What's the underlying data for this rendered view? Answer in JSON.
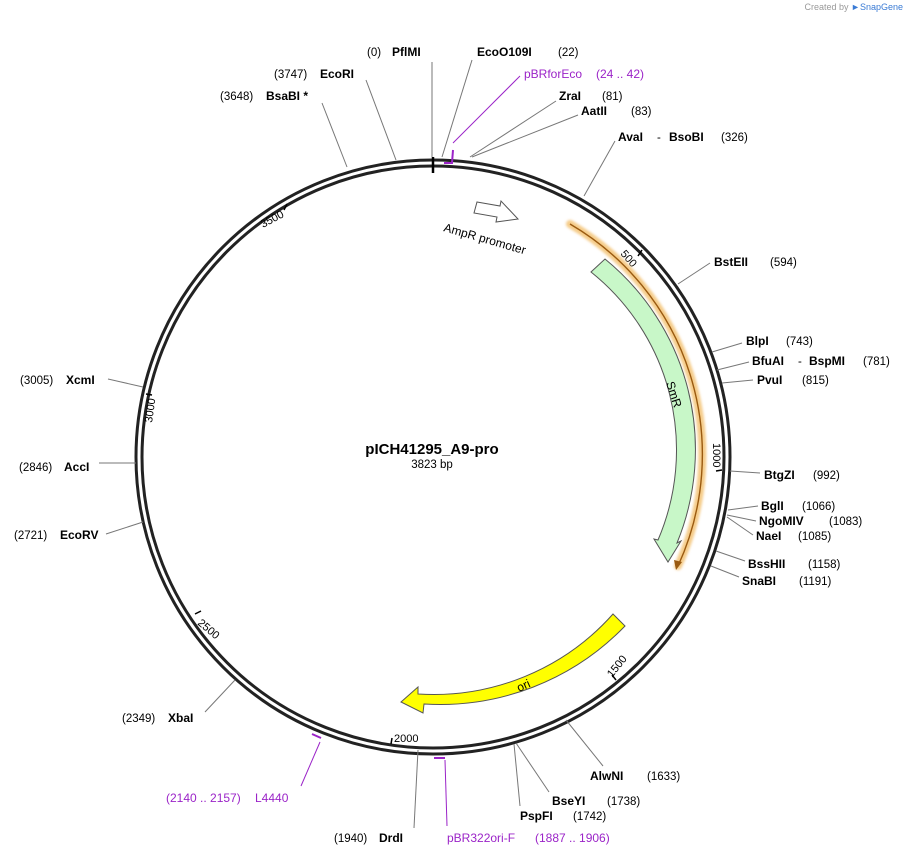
{
  "credit": {
    "prefix": "Created by",
    "brand": "SnapGene"
  },
  "plasmid": {
    "name": "pICH41295_A9-pro",
    "size_label": "3823 bp",
    "length": 3823
  },
  "colors": {
    "primer": "#9b24c8",
    "smr": "#c8f7c8",
    "ori": "#ffff00",
    "orf": "#e5a04a"
  },
  "ticks": [
    {
      "pos": 500,
      "label": "500"
    },
    {
      "pos": 1000,
      "label": "1000"
    },
    {
      "pos": 1500,
      "label": "1500"
    },
    {
      "pos": 2000,
      "label": "2000"
    },
    {
      "pos": 2500,
      "label": "2500"
    },
    {
      "pos": 3000,
      "label": "3000"
    },
    {
      "pos": 3500,
      "label": "3500"
    }
  ],
  "features": [
    {
      "id": "ampr-promoter",
      "label": "AmpR promoter",
      "start": 80,
      "end": 185,
      "color": "#ffffff"
    },
    {
      "id": "smr",
      "label": "SmR",
      "start": 440,
      "end": 1230,
      "color": "#c8f7c8"
    },
    {
      "id": "ori",
      "label": "ori",
      "start": 1530,
      "end": 2120,
      "color": "#ffff00"
    }
  ],
  "sites": [
    {
      "id": "pfmi",
      "name": "PflMI",
      "pos_label": "(0)",
      "side": "left"
    },
    {
      "id": "ecoo109i",
      "name": "EcoO109I",
      "pos_label": "(22)",
      "side": "right"
    },
    {
      "id": "zrai",
      "name": "ZraI",
      "pos_label": "(81)",
      "side": "right"
    },
    {
      "id": "aatii",
      "name": "AatII",
      "pos_label": "(83)",
      "side": "right"
    },
    {
      "id": "avai-bsobi",
      "name": "AvaI",
      "name2": "BsoBI",
      "sep": "-",
      "pos_label": "(326)",
      "side": "right"
    },
    {
      "id": "bsteii",
      "name": "BstEII",
      "pos_label": "(594)",
      "side": "right"
    },
    {
      "id": "blpi",
      "name": "BlpI",
      "pos_label": "(743)",
      "side": "right"
    },
    {
      "id": "bfuai-bspmi",
      "name": "BfuAI",
      "name2": "BspMI",
      "sep": "-",
      "pos_label": "(781)",
      "side": "right"
    },
    {
      "id": "pvui",
      "name": "PvuI",
      "pos_label": "(815)",
      "side": "right"
    },
    {
      "id": "btgzi",
      "name": "BtgZI",
      "pos_label": "(992)",
      "side": "right"
    },
    {
      "id": "bgli",
      "name": "BglI",
      "pos_label": "(1066)",
      "side": "right"
    },
    {
      "id": "ngomiv",
      "name": "NgoMIV",
      "pos_label": "(1083)",
      "side": "right"
    },
    {
      "id": "naei",
      "name": "NaeI",
      "pos_label": "(1085)",
      "side": "right"
    },
    {
      "id": "bsshii",
      "name": "BssHII",
      "pos_label": "(1158)",
      "side": "right"
    },
    {
      "id": "snabi",
      "name": "SnaBI",
      "pos_label": "(1191)",
      "side": "right"
    },
    {
      "id": "alwni",
      "name": "AlwNI",
      "pos_label": "(1633)",
      "side": "right"
    },
    {
      "id": "bseyi",
      "name": "BseYI",
      "pos_label": "(1738)",
      "side": "right"
    },
    {
      "id": "pspfi",
      "name": "PspFI",
      "pos_label": "(1742)",
      "side": "right"
    },
    {
      "id": "drdi",
      "name": "DrdI",
      "pos_label": "(1940)",
      "side": "left"
    },
    {
      "id": "xbai",
      "name": "XbaI",
      "pos_label": "(2349)",
      "side": "left"
    },
    {
      "id": "ecorv",
      "name": "EcoRV",
      "pos_label": "(2721)",
      "side": "left"
    },
    {
      "id": "acci",
      "name": "AccI",
      "pos_label": "(2846)",
      "side": "left"
    },
    {
      "id": "xcmi",
      "name": "XcmI",
      "pos_label": "(3005)",
      "side": "left"
    },
    {
      "id": "bsabi",
      "name": "BsaBI *",
      "pos_label": "(3648)",
      "side": "left"
    },
    {
      "id": "ecori",
      "name": "EcoRI",
      "pos_label": "(3747)",
      "side": "left"
    }
  ],
  "primers": [
    {
      "id": "pbrforeco",
      "name": "pBRforEco",
      "range": "(24 .. 42)",
      "side": "right"
    },
    {
      "id": "l4440",
      "name": "L4440",
      "range": "(2140 .. 2157)",
      "side": "left"
    },
    {
      "id": "pbr322ori-f",
      "name": "pBR322ori-F",
      "range": "(1887 .. 1906)",
      "side": "right"
    }
  ]
}
